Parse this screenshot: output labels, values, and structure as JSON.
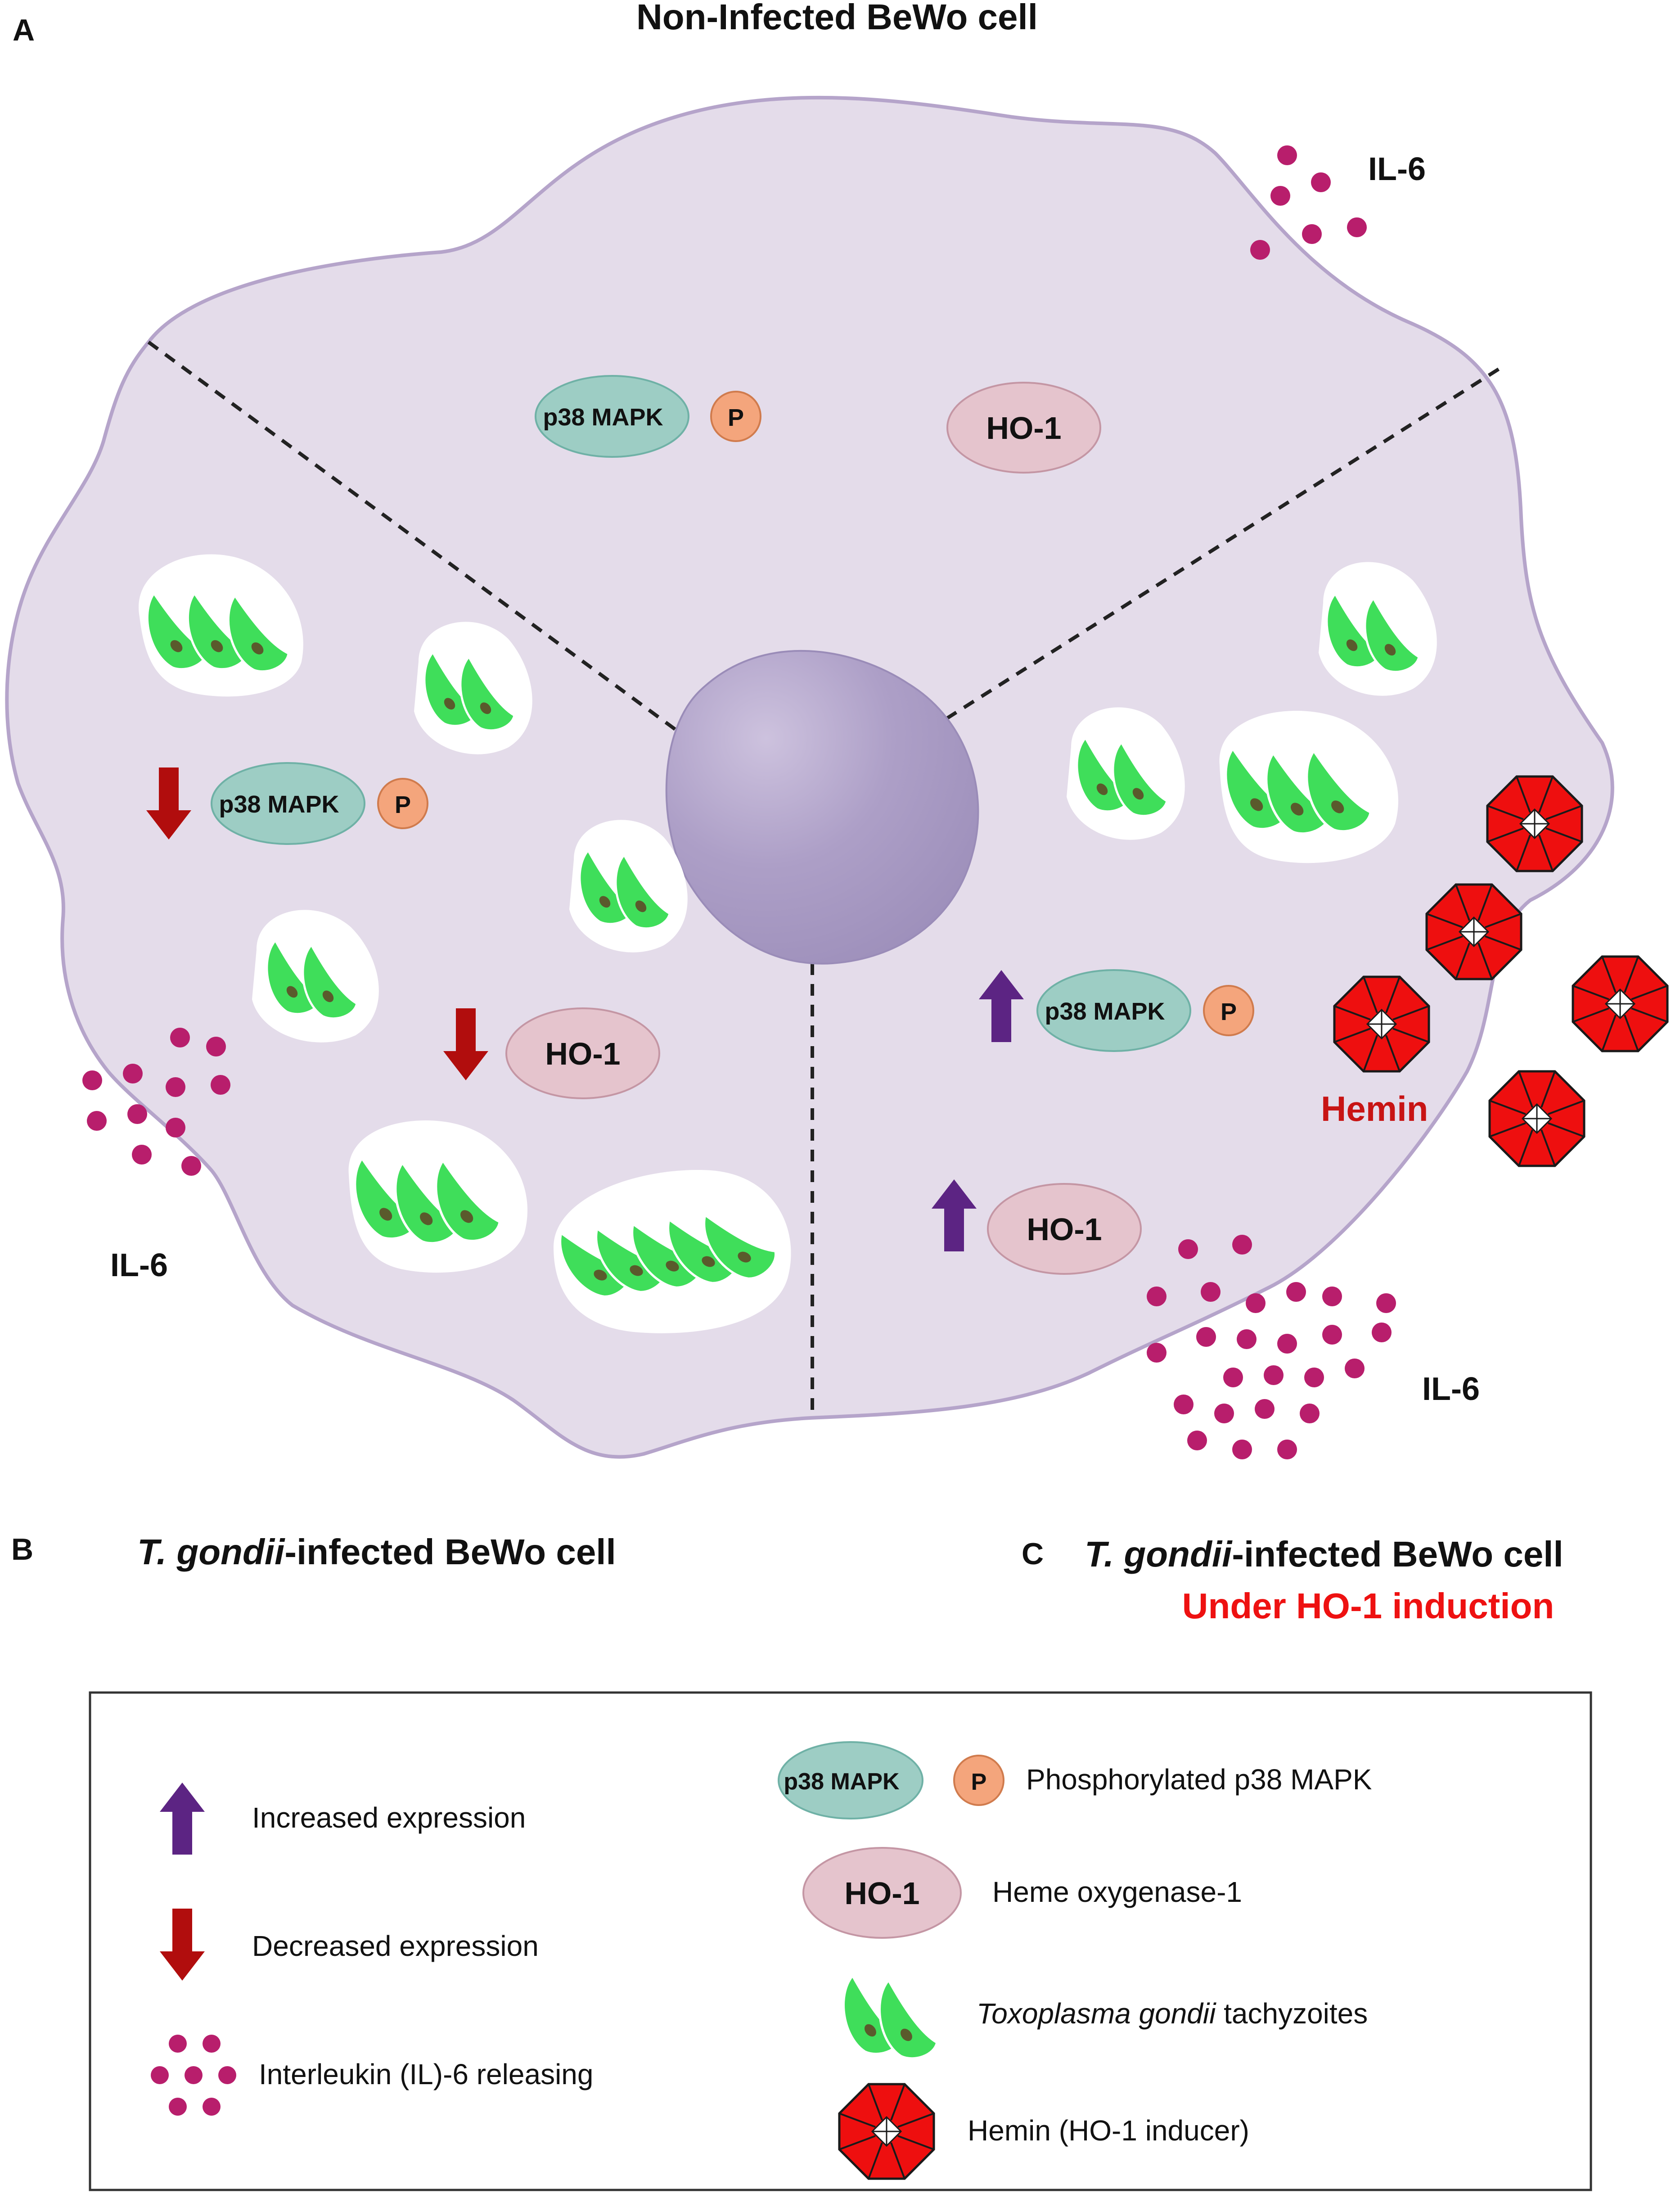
{
  "panels": {
    "a_letter": "A",
    "a_title": "Non-Infected BeWo cell",
    "b_letter": "B",
    "b_title_italic": "T. gondii",
    "b_title_rest": "-infected BeWo cell",
    "c_letter": "C",
    "c_title_italic": "T. gondii",
    "c_title_rest": "-infected BeWo cell",
    "c_subtitle": "Under HO-1 induction"
  },
  "labels": {
    "il6": "IL-6",
    "p38": "p38 MAPK",
    "p": "P",
    "ho1": "HO-1",
    "hemin": "Hemin"
  },
  "legend": {
    "increased": "Increased expression",
    "decreased": "Decreased expression",
    "il6_release": "Interleukin (IL)-6 releasing",
    "phospho_p38": "Phosphorylated p38 MAPK",
    "heme_oxygenase": "Heme oxygenase-1",
    "toxo_italic": "Toxoplasma gondii",
    "toxo_rest": " tachyzoites",
    "hemin_inducer": "Hemin (HO-1 inducer)"
  },
  "colors": {
    "cell_fill": "#e4dcea",
    "cell_stroke": "#b5a4ca",
    "nucleus": "#ad9fc7",
    "p38_fill": "#9dcdc4",
    "p_fill": "#f4a57c",
    "ho1_fill": "#e5c4cd",
    "tachyzoite": "#3fde5a",
    "il6_dot": "#b81e6c",
    "increase_arrow": "#5c2483",
    "decrease_arrow": "#b10d0d",
    "hemin_red": "#ee0f0f",
    "subtitle_red": "#ee1111"
  },
  "icons": [
    "increase-arrow-icon",
    "decrease-arrow-icon",
    "il6-dots-icon",
    "tachyzoite-icon",
    "hemin-icon"
  ]
}
